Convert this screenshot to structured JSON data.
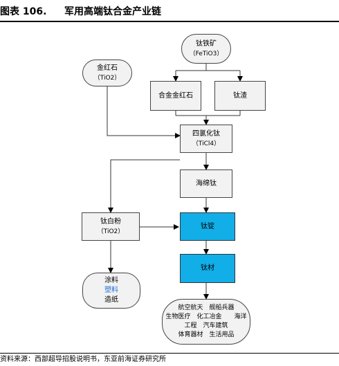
{
  "title": {
    "number": "图表 106.",
    "text": "军用高端钛合金产业链"
  },
  "nodes": {
    "ilmenite": {
      "label": "钛铁矿",
      "sub": "（FeTiO3）"
    },
    "rutile": {
      "label": "金红石",
      "sub": "（TiO2）"
    },
    "synthetic_rutile": {
      "label": "合金金红石"
    },
    "slag": {
      "label": "钛渣"
    },
    "ticl4": {
      "label": "四氯化钛",
      "sub": "（TiCl4）"
    },
    "sponge": {
      "label": "海绵钛"
    },
    "tio2_white": {
      "label": "钛白粉",
      "sub": "（TiO2）"
    },
    "ingot": {
      "label": "钛锭"
    },
    "material": {
      "label": "钛材"
    },
    "uses_pigment": {
      "line1": "涂料",
      "line2": "塑料",
      "line3": "造纸"
    },
    "uses_titanium": {
      "line1": "航空航天　舰船兵器",
      "line2": "生物医疗　化工冶金　　海洋",
      "line3": "工程　汽车建筑",
      "line4": "体育器材　生活用品"
    }
  },
  "source": "资料来源：西部超导招股说明书，东亚前海证券研究所",
  "colors": {
    "highlight": "#11aee8",
    "node_fill": "#f2f2f2",
    "link_text": "#1f6fd6"
  }
}
